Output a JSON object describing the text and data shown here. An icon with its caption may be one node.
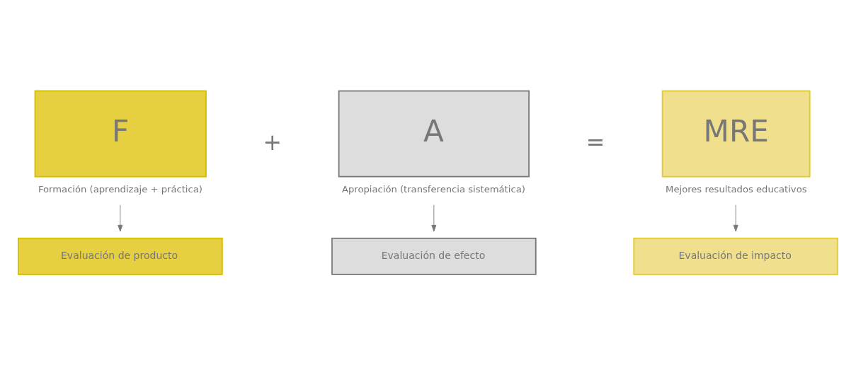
{
  "diagram": {
    "nodes": [
      {
        "text": [
          "F"
        ],
        "beside": [
          "Formación (aprendizaje + práctica)"
        ]
      },
      {
        "text": [
          "A"
        ],
        "beside": [
          "Apropiación (transferencia sistemática)"
        ]
      },
      {
        "text": [
          "MRE"
        ],
        "beside": [
          "Mejores resultados educativos"
        ]
      },
      {
        "text": [
          "Evaluación de producto"
        ]
      },
      {
        "text": [
          "Evaluación de efecto"
        ]
      },
      {
        "text": [
          "Evaluación de impacto"
        ]
      }
    ],
    "edges": [
      {
        "from": 0,
        "to": 3,
        "arrow": "to"
      },
      {
        "from": 1,
        "to": 4,
        "arrow": "to"
      },
      {
        "from": 2,
        "to": 5,
        "arrow": "to"
      }
    ],
    "labels": [
      "+",
      "="
    ]
  }
}
